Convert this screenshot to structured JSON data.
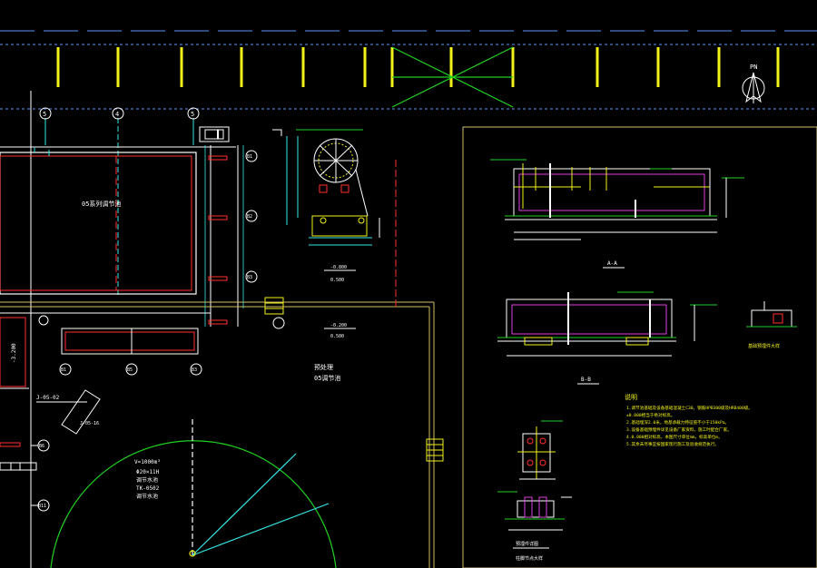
{
  "app": {
    "background": "#000000"
  },
  "colors": {
    "grid_dash": "#4a78c8",
    "column_yellow": "#f2f21a",
    "cyan": "#36e6e6",
    "white": "#ffffff",
    "red": "#ff3030",
    "green": "#20d020",
    "magenta": "#e040e0",
    "olive": "#cfc064"
  },
  "north_arrow": {
    "label": "PN"
  },
  "axis_bubbles_top": [
    "5",
    "4",
    "5"
  ],
  "axis_bubbles_right": [
    "B1",
    "B2",
    "B3"
  ],
  "axis_bubbles_bottom": [
    "B1",
    "B5",
    "B3"
  ],
  "axis_bubbles_left": [
    "B6",
    "B11"
  ],
  "pool_label": "05系列调节池",
  "elevation_left": "-3.200",
  "section_label_1": "-0.800",
  "section_sub_1": "0.500",
  "section_label_2": "-0.200",
  "section_sub_2": "0.500",
  "room_label_1": "预处理",
  "room_label_2": "05调节池",
  "marker_j0502": "J-05-02",
  "marker_j0516": "J-05-16",
  "tank_labels": [
    "V=1000m³",
    "Φ20×11H",
    "调节水池",
    "TK-0502",
    "调节水池"
  ],
  "section_aa_label": "A-A",
  "section_bb_label": "B-B",
  "notes_title": "说明",
  "notes": [
    "1.调节池基础及设备基础混凝土C30，钢筋HPB300级及HRB400级。",
    "  ±0.000相当于绝对标高。",
    "2.基础埋深2.0米，地基承载力特征值不小于150kPa。",
    "3.设备基础预埋件详见设备厂家资料，施工时配合厂家。",
    "4.0.000相对标高，本图尺寸单位mm，标高单位m。",
    "5.其余未尽事宜按国家现行施工及验收规范执行。"
  ],
  "detail_small_label": "基础预埋件大样",
  "detail_bolt_label": "预埋件详图",
  "detail_bottom_label": "柱脚节点大样"
}
